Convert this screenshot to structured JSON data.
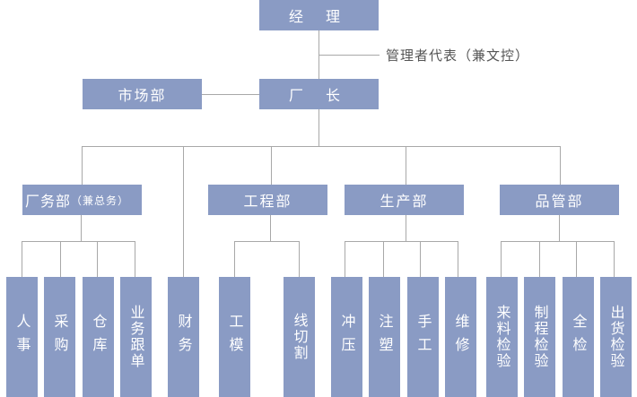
{
  "chart_title": "",
  "colors": {
    "box_fill": "#8a9bc4",
    "box_text": "#ffffff",
    "connector": "#a8a8a8",
    "note_text": "#555555"
  },
  "top": {
    "manager": "经 理",
    "management_rep": "管理者代表（兼文控）",
    "factory_director": "厂 长",
    "marketing": "市场部"
  },
  "departments": {
    "factory_affairs": {
      "label": "厂务部",
      "note": "（兼总务）"
    },
    "engineering": {
      "label": "工程部"
    },
    "production": {
      "label": "生产部"
    },
    "quality": {
      "label": "品管部"
    }
  },
  "units": {
    "hr": "人事",
    "purchasing": "采购",
    "warehouse": "仓库",
    "order_follow": "业务跟单",
    "finance": "财务",
    "tooling": "工模",
    "wire_cutting": "线切割",
    "stamping": "冲压",
    "injection": "注塑",
    "manual": "手工",
    "maintenance": "维修",
    "incoming_inspection": "来料检验",
    "process_inspection": "制程检验",
    "full_inspection": "全检",
    "shipping_inspection": "出货检验"
  }
}
